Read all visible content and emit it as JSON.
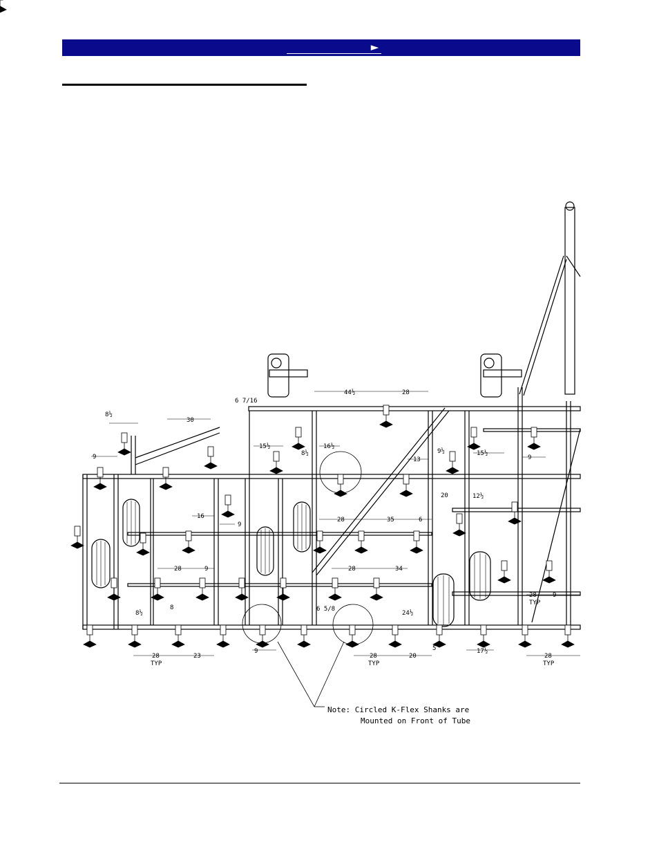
{
  "header": {
    "nav_arrow": "►"
  },
  "note": {
    "line1": "Note:  Circled K-Flex Shanks are",
    "line2": "Mounted on Front of Tube"
  },
  "dimensions": {
    "d1": "8½",
    "d2": "30",
    "d3": "9",
    "d4": "6 7/16",
    "d5": "44½",
    "d6": "28",
    "d7": "15½",
    "d8": "8½",
    "d9": "16½",
    "d10": "13",
    "d11": "9½",
    "d12": "15½",
    "d13": "9",
    "d14": "16",
    "d15": "9",
    "d16": "20",
    "d17": "12½",
    "d18": "28",
    "d19": "35",
    "d20": "6",
    "d21": "28",
    "d22": "9",
    "d23": "28",
    "d24": "34",
    "d25": "8½",
    "d26": "8",
    "d27": "6 5/8",
    "d28": "24½",
    "d29": "28",
    "d30": "9",
    "d31": "TYP",
    "d32": "9",
    "d33": "28",
    "d34": "TYP",
    "d35": "23",
    "d36": "28",
    "d37": "TYP",
    "d38": "20",
    "d39": "5",
    "d40": "17½",
    "d41": "28",
    "d42": "TYP"
  }
}
